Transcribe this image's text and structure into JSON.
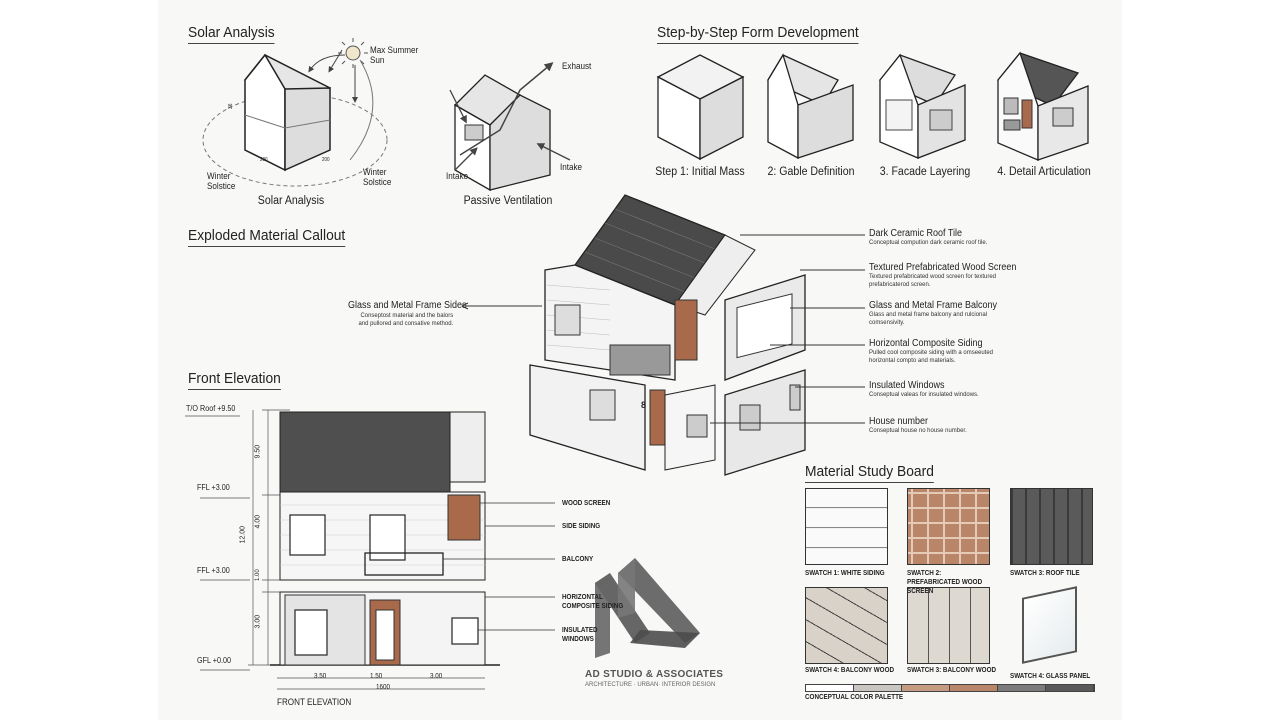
{
  "sections": {
    "solar_title": "Solar Analysis",
    "form_title": "Step-by-Step Form Development",
    "exploded_title": "Exploded Material Callout",
    "elevation_title": "Front Elevation",
    "material_title": "Material Study Board"
  },
  "solar": {
    "caption": "Solar Analysis",
    "sun_label": "Max Summer Sun",
    "winter_left": "Winter Solstice",
    "winter_right": "Winter Solstice",
    "dims": [
      "36",
      "200",
      "200"
    ]
  },
  "ventilation": {
    "caption": "Passive Ventilation",
    "exhaust": "Exhaust",
    "intake_left": "Intake",
    "intake_right": "Intake"
  },
  "steps": [
    {
      "label": "Step 1: Initial Mass"
    },
    {
      "label": "2: Gable Definition"
    },
    {
      "label": "3. Facade Layering"
    },
    {
      "label": "4. Detail Articulation"
    }
  ],
  "callouts_left": [
    {
      "title": "Glass and Metal Frame Sides",
      "desc": "Conseptost material and the balors and pullored and consative method."
    }
  ],
  "callouts_right": [
    {
      "title": "Dark Ceramic Roof Tile",
      "desc": "Conceptual compution dark ceramic roof tile."
    },
    {
      "title": "Textured Prefabricated Wood Screen",
      "desc": "Textured prefabricated wood screen for textured prefabricaterod screen."
    },
    {
      "title": "Glass and Metal Frame Balcony",
      "desc": "Glass and metal frame balcony and rulcional comsensivity."
    },
    {
      "title": "Horizontal Composite Siding",
      "desc": "Pulled cool composite siding with a omseeuted horizontal compto and materials."
    },
    {
      "title": "Insulated Windows",
      "desc": "Conseptual valeas for insulated windows."
    },
    {
      "title": "House number",
      "desc": "Conseptual house no house number."
    }
  ],
  "house_number": "8",
  "elevation": {
    "levels": [
      "T/O Roof +9.50",
      "FFL +3.00",
      "FFL +3.00",
      "GFL +0.00"
    ],
    "vertical_dims": [
      "9.50",
      "12.00",
      "4.00",
      "1.00",
      "3.00"
    ],
    "horizontal_dims": [
      "3.50",
      "1.50",
      "3.00"
    ],
    "total_width": "1600",
    "labels": [
      "WOOD SCREEN",
      "SIDE SIDING",
      "BALCONY",
      "HORIZONTAL COMPOSITE SIDING",
      "INSULATED WINDOWS"
    ],
    "caption": "FRONT ELEVATION"
  },
  "brand": {
    "name": "AD STUDIO & ASSOCIATES",
    "tagline": "ARCHITECTURE · URBAN· INTERIOR DESIGN"
  },
  "swatches": [
    {
      "label": "SWATCH 1: WHITE SIDING"
    },
    {
      "label": "SWATCH 2: PREFABRICATED WOOD SCREEN"
    },
    {
      "label": "SWATCH 3: ROOF TILE"
    },
    {
      "label": "SWATCH 4: BALCONY WOOD"
    },
    {
      "label": "SWATCH 3: BALCONY WOOD"
    },
    {
      "label": "SWATCH 4: GLASS PANEL"
    }
  ],
  "palette": {
    "label": "CONCEPTUAL COLOR PALETTE",
    "colors": [
      "#ffffff",
      "#c9c6c1",
      "#c49a80",
      "#b9866a",
      "#7b7b7b",
      "#5a5a5a"
    ]
  }
}
